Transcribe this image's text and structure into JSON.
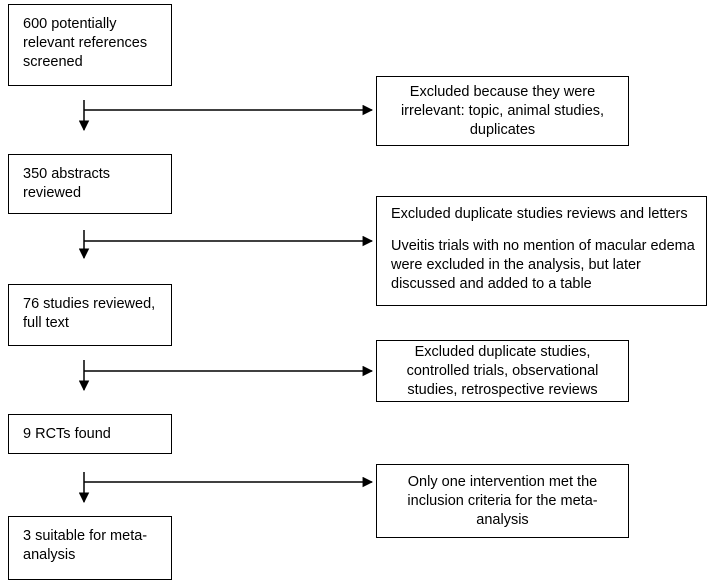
{
  "flow": {
    "step1": "600 potentially relevant references screened",
    "step2": "350 abstracts reviewed",
    "step3": "76 studies reviewed, full text",
    "step4": "9 RCTs found",
    "step5": "3 suitable for meta-analysis"
  },
  "exclusions": {
    "ex1": "Excluded because they were irrelevant: topic, animal studies, duplicates",
    "ex2_line1": "Excluded duplicate studies reviews and letters",
    "ex2_line2": "Uveitis trials with no mention of macular edema were excluded in the analysis, but later discussed and added to a table",
    "ex3": "Excluded duplicate studies, controlled trials, observational studies, retrospective reviews",
    "ex4": "Only one intervention met the inclusion criteria for the meta-analysis"
  }
}
